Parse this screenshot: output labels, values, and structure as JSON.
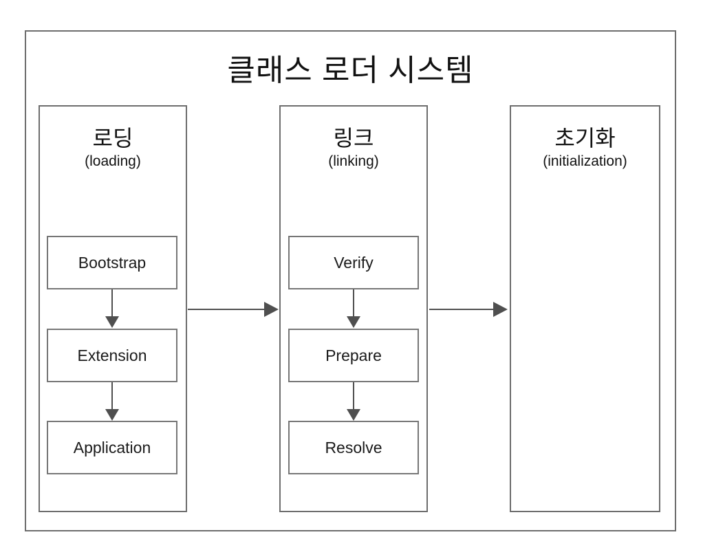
{
  "diagram": {
    "title": "클래스 로더 시스템",
    "columns": [
      {
        "name": "로딩",
        "sub": "(loading)",
        "boxes": [
          "Bootstrap",
          "Extension",
          "Application"
        ]
      },
      {
        "name": "링크",
        "sub": "(linking)",
        "boxes": [
          "Verify",
          "Prepare",
          "Resolve"
        ]
      },
      {
        "name": "초기화",
        "sub": "(initialization)",
        "boxes": []
      }
    ],
    "colors": {
      "frame_border": "#6d6d6d",
      "box_border": "#767676",
      "arrow": "#4f4f4f",
      "text": "#111111",
      "background": "#ffffff"
    }
  }
}
